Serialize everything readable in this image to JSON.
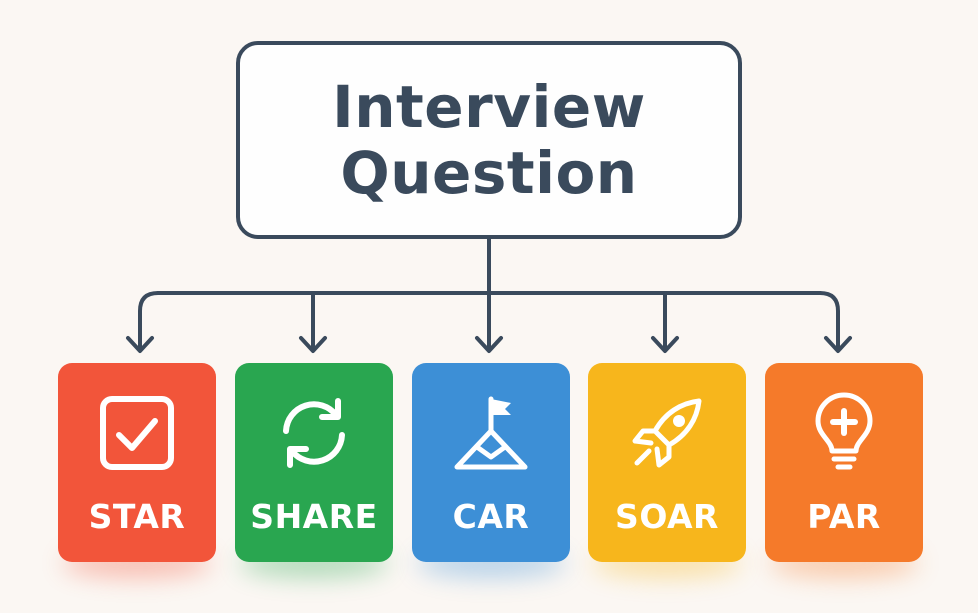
{
  "root": {
    "line1": "Interview",
    "line2": "Question"
  },
  "methods": [
    {
      "label": "STAR",
      "icon": "checkbox-icon",
      "color": "#f2553a"
    },
    {
      "label": "SHARE",
      "icon": "refresh-icon",
      "color": "#29a650"
    },
    {
      "label": "CAR",
      "icon": "mountain-flag-icon",
      "color": "#3d8fd6"
    },
    {
      "label": "SOAR",
      "icon": "rocket-icon",
      "color": "#f7b61c"
    },
    {
      "label": "PAR",
      "icon": "lightbulb-plus-icon",
      "color": "#f57a2a"
    }
  ],
  "colors": {
    "line": "#3a4a5c",
    "background": "#fbf7f3"
  }
}
